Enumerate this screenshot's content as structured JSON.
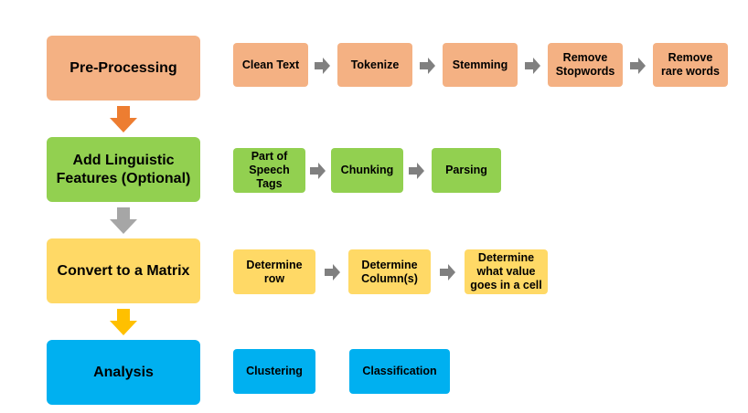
{
  "stages": [
    {
      "label": "Pre-Processing",
      "color": "#f4b183",
      "steps": [
        "Clean Text",
        "Tokenize",
        "Stemming",
        "Remove\nStopwords",
        "Remove\nrare words"
      ]
    },
    {
      "label": "Add Linguistic\nFeatures (Optional)",
      "color": "#92d050",
      "steps": [
        "Part of\nSpeech\nTags",
        "Chunking",
        "Parsing"
      ]
    },
    {
      "label": "Convert to a Matrix",
      "color": "#ffd966",
      "steps": [
        "Determine\nrow",
        "Determine\nColumn(s)",
        "Determine\nwhat value\ngoes in a cell"
      ]
    },
    {
      "label": "Analysis",
      "color": "#00b0f0",
      "steps": [
        "Clustering",
        "Classification"
      ]
    }
  ],
  "colors": {
    "step_arrow": "#808080",
    "down_arrow_1": "#ed7d31",
    "down_arrow_2": "#a6a6a6",
    "down_arrow_3": "#ffc000"
  }
}
